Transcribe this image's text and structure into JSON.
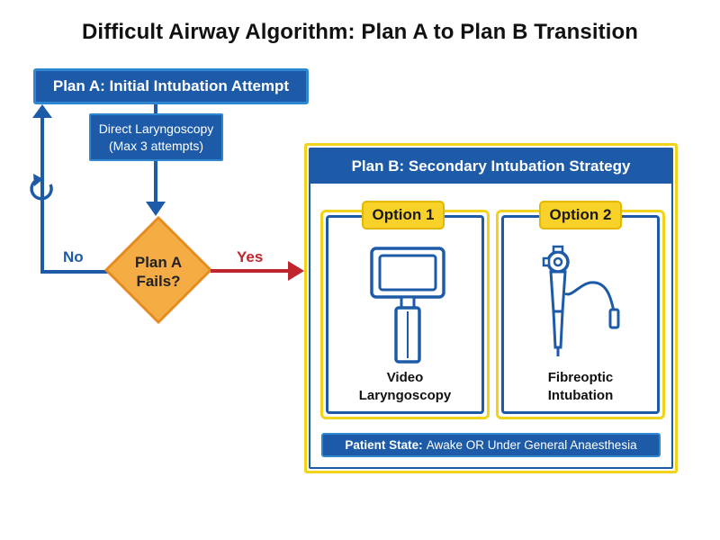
{
  "title": "Difficult Airway Algorithm: Plan A to Plan B Transition",
  "plan_a": {
    "header": "Plan A: Initial Intubation Attempt",
    "method_line1": "Direct Laryngoscopy",
    "method_line2": "(Max 3 attempts)"
  },
  "decision": {
    "line1": "Plan A",
    "line2": "Fails?",
    "no_label": "No",
    "yes_label": "Yes"
  },
  "plan_b": {
    "header": "Plan B: Secondary Intubation Strategy",
    "options": [
      {
        "badge": "Option 1",
        "line1": "Video",
        "line2": "Laryngoscopy",
        "icon": "video-laryngoscope-icon"
      },
      {
        "badge": "Option 2",
        "line1": "Fibreoptic",
        "line2": "Intubation",
        "icon": "fibreoptic-scope-icon"
      }
    ],
    "patient_state_label": "Patient State:",
    "patient_state_value": "Awake OR Under General Anaesthesia"
  },
  "colors": {
    "primary_blue": "#1d5ba8",
    "light_blue": "#2f86d1",
    "accent_yellow": "#f2d31b",
    "diamond_orange": "#f6ac45",
    "yes_red": "#c0242d"
  }
}
